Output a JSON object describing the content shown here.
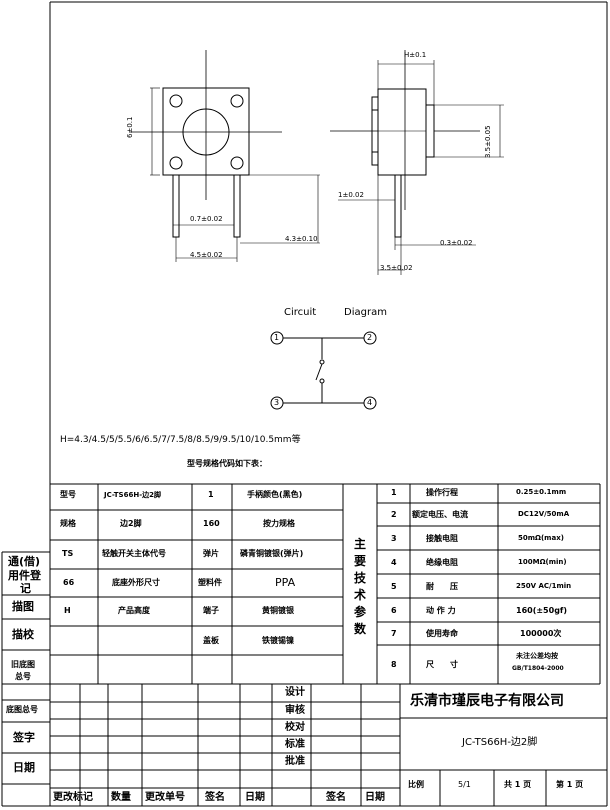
{
  "drawing": {
    "dims": {
      "h_top": "H±0.1",
      "w_left": "6±0.1",
      "d_pin": "0.7±0.02",
      "d_pitch": "4.5±0.02",
      "d_4_3": "4.3±0.10",
      "d_3_5h": "3.5±0.05",
      "d_1": "1±0.02",
      "d_0_3": "0.3±0.02",
      "d_3_5w": "3.5±0.02"
    },
    "circuit_title": [
      "Circuit",
      "Diagram"
    ],
    "pins": [
      "1",
      "2",
      "3",
      "4"
    ]
  },
  "heights_line": "H=4.3/4.5/5/5.5/6/6.5/7/7.5/8/8.5/9/9.5/10/10.5mm等",
  "model_note": "型号规格代码如下表：",
  "left_table": [
    [
      "型号",
      "JC-TS66H-边2脚",
      "1",
      "手柄颜色(黑色)"
    ],
    [
      "规格",
      "边2脚",
      "160",
      "按力规格"
    ],
    [
      "TS",
      "轻触开关主体代号",
      "弹片",
      "磷青铜镀银(弹片)"
    ],
    [
      "66",
      "底座外形尺寸",
      "塑料件",
      "PPA"
    ],
    [
      "H",
      "产品高度",
      "端子",
      "黄铜镀银"
    ],
    [
      "",
      "",
      "盖板",
      "铁镀锡镍"
    ]
  ],
  "spec_heading": [
    "主",
    "要",
    "技",
    "术",
    "参",
    "数"
  ],
  "spec_table": [
    [
      "1",
      "操作行程",
      "0.25±0.1mm"
    ],
    [
      "2",
      "额定电压、电流",
      "DC12V/50mA"
    ],
    [
      "3",
      "接触电阻",
      "50mΩ(max)"
    ],
    [
      "4",
      "绝缘电阻",
      "100MΩ(min)"
    ],
    [
      "5",
      "耐　　压",
      "250V AC/1min"
    ],
    [
      "6",
      "动 作 力",
      "160(±50gf)"
    ],
    [
      "7",
      "使用寿命",
      "100000次"
    ],
    [
      "8",
      "尺　　寸",
      "未注公差均按",
      "GB/T1804-2000"
    ]
  ],
  "side_labels": [
    "通(借)",
    "用件登",
    "记",
    "描图",
    "描校",
    "旧底图",
    "总号",
    "底图总号",
    "签字",
    "日期"
  ],
  "title_block": {
    "roles": [
      "设计",
      "审核",
      "校对",
      "标准",
      "批准"
    ],
    "bottom_headers": [
      "更改标记",
      "数量",
      "更改单号",
      "签名",
      "日期",
      "签名",
      "日期"
    ],
    "company": "乐清市瑾辰电子有限公司",
    "part": "JC-TS66H-边2脚",
    "scale_label": "比例",
    "scale_value": "5/1",
    "total_pages": "共 1 页",
    "page_no": "第 1 页"
  }
}
